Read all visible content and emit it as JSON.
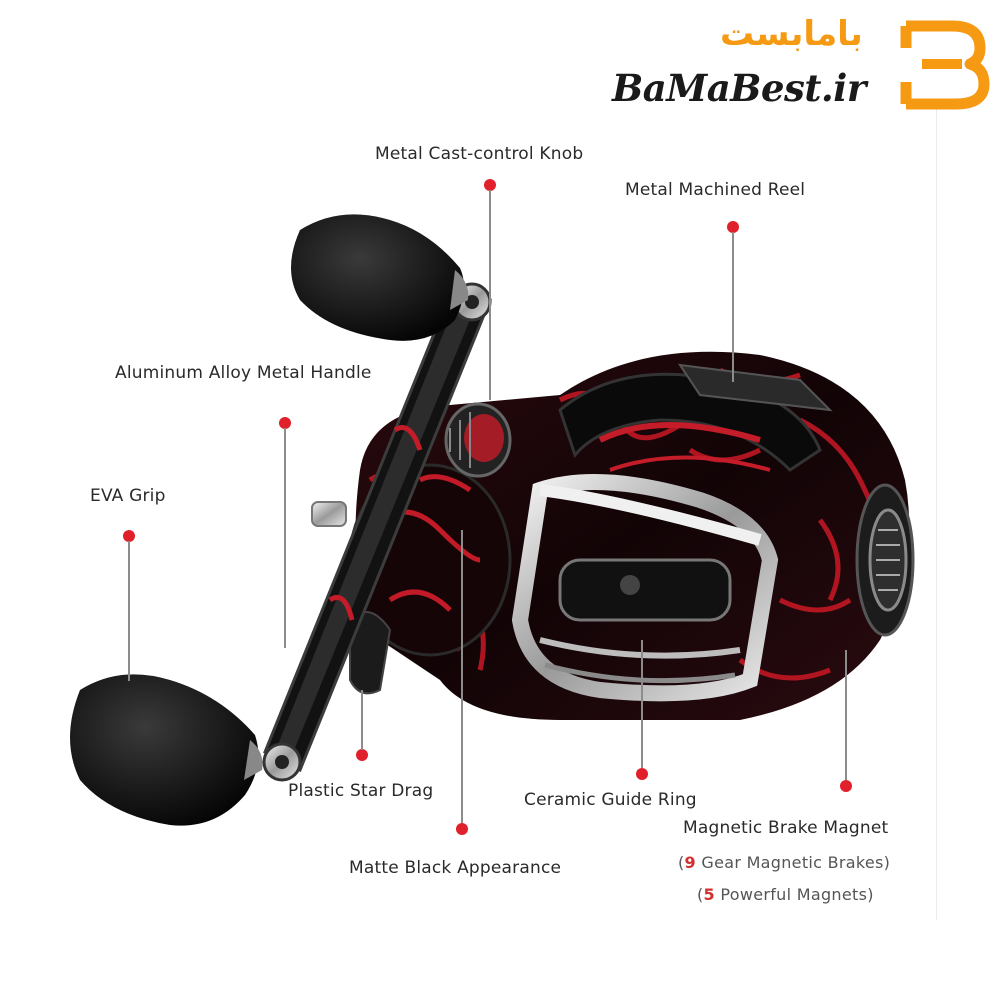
{
  "brand": {
    "farsi": "بامابست",
    "latin": "BaMaBest.ir",
    "accent_color": "#f59a12"
  },
  "product": {
    "icon": "baitcasting-reel-illustration",
    "colors": {
      "body": "#1a1a1a",
      "pattern": "#b81622",
      "chrome": "#d9d9d9"
    }
  },
  "callouts": {
    "cast_control_knob": "Metal Cast-control Knob",
    "machined_reel": "Metal Machined  Reel",
    "handle": "Aluminum Alloy Metal Handle",
    "eva_grip": "EVA Grip",
    "star_drag": "Plastic Star Drag",
    "guide_ring": "Ceramic Guide Ring",
    "brake_magnet": "Magnetic Brake Magnet",
    "brake_gear_num": "9",
    "brake_gear_text": " Gear Magnetic Brakes)",
    "magnets_num": "5",
    "magnets_text": " Powerful Magnets)",
    "matte_black": "Matte Black Appearance"
  },
  "dot_color": "#e0202a"
}
